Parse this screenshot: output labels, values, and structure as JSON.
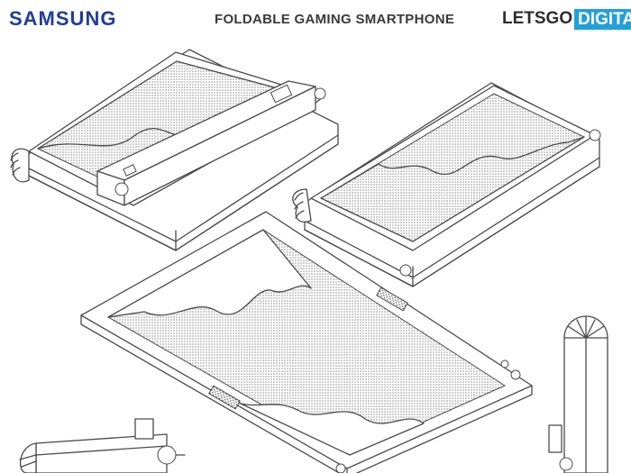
{
  "header": {
    "brand": "SAMSUNG",
    "title": "FOLDABLE GAMING SMARTPHONE",
    "logo_left": "LETSGO",
    "logo_right": "DIGITAL"
  },
  "colors": {
    "brand": "#1f3d99",
    "logo_accent": "#22a0d9",
    "line": "#4a4a4a"
  }
}
